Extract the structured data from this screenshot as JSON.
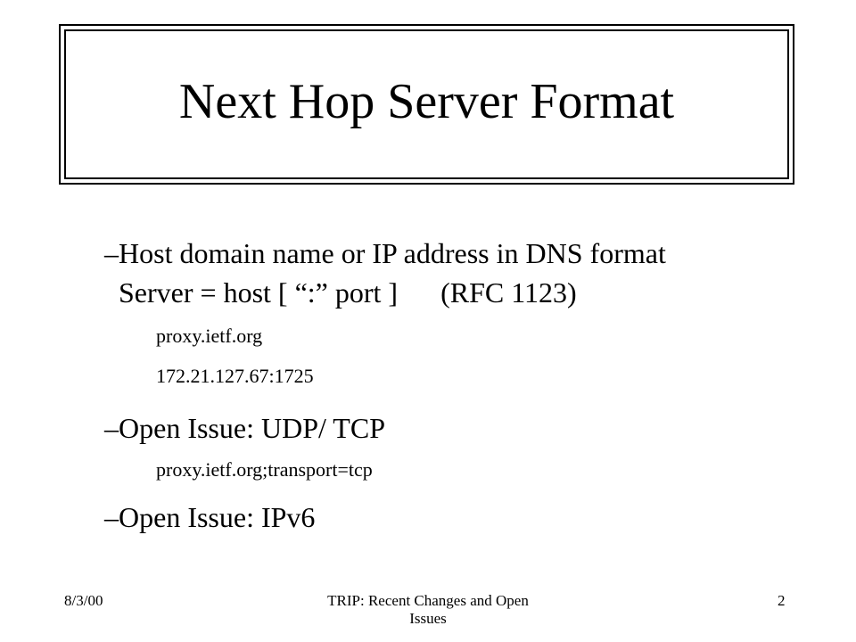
{
  "slide": {
    "title": "Next Hop Server Format",
    "bullets": [
      {
        "dash": "–",
        "line1": "Host domain name  or IP address in DNS format",
        "line2_a": "Server = host [ “:” port ]",
        "line2_b": "(RFC 1123)"
      },
      {
        "dash": "–",
        "line1": "Open Issue: UDP/ TCP"
      },
      {
        "dash": "–",
        "line1": "Open Issue: IPv6"
      }
    ],
    "sub_items": [
      "proxy.ietf.org",
      "172.21.127.67:1725",
      "proxy.ietf.org;transport=tcp"
    ]
  },
  "footer": {
    "date": "8/3/00",
    "center_line1": "TRIP: Recent Changes and Open",
    "center_line2": "Issues",
    "page_number": "2"
  }
}
